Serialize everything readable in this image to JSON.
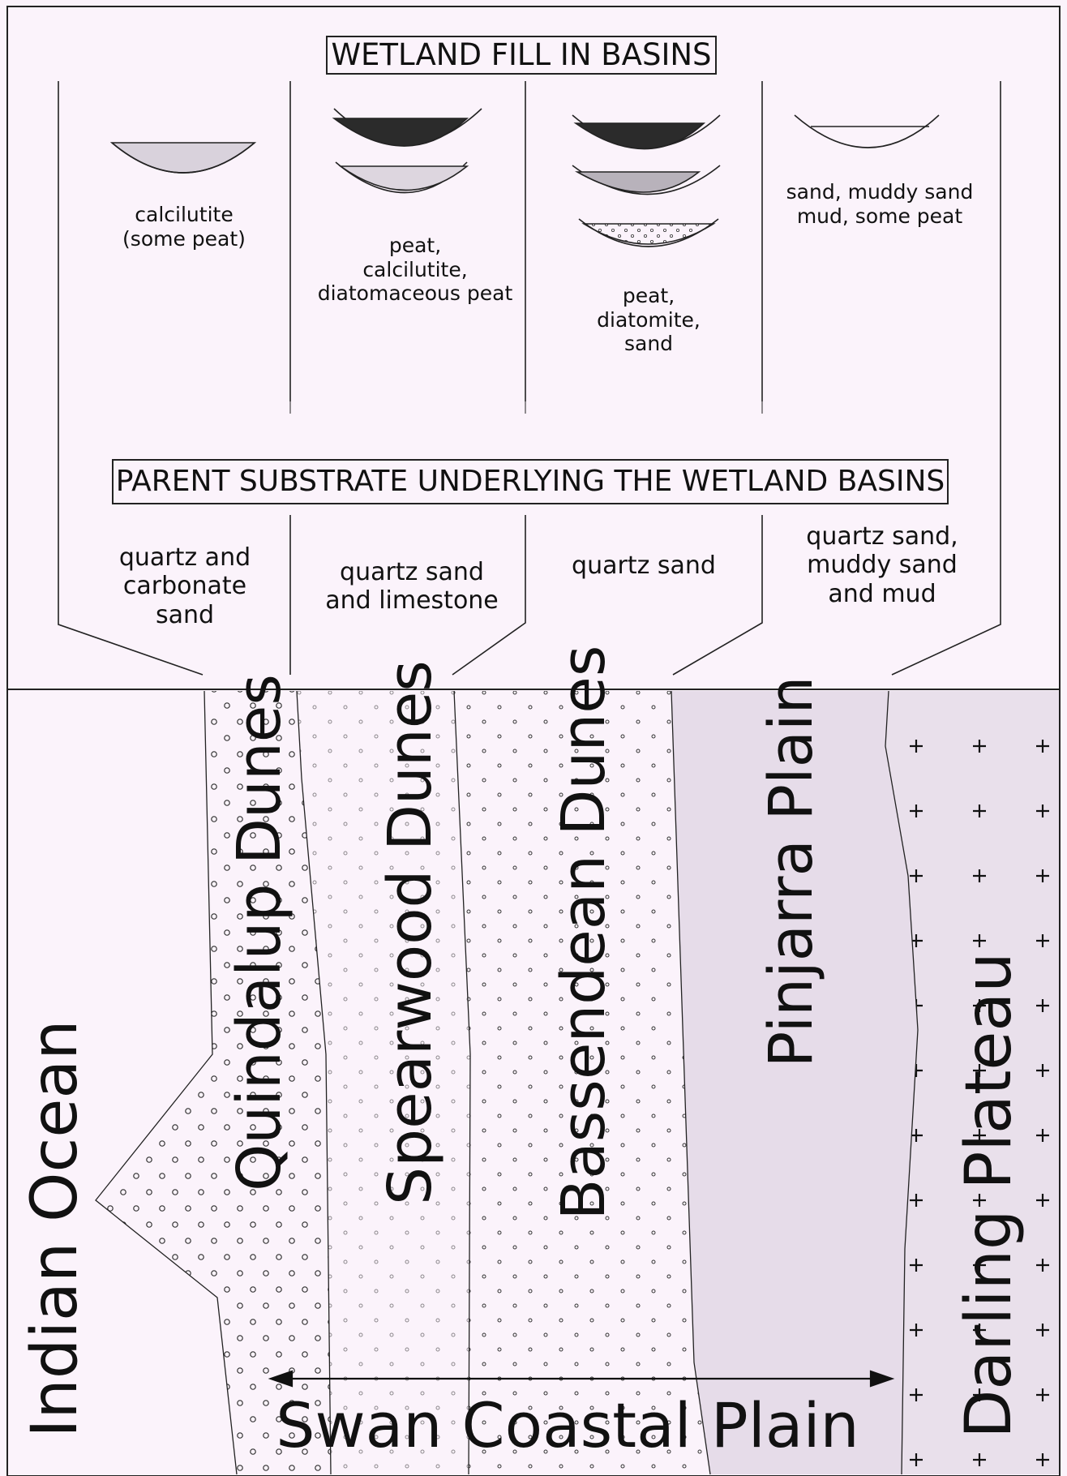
{
  "top_section": {
    "title": "WETLAND FILL IN  BASINS",
    "basins": [
      {
        "label": "calcilutite\n(some peat)"
      },
      {
        "label": "peat,\ncalcilutite,\ndiatomaceous peat"
      },
      {
        "label": "peat,\ndiatomite,\nsand"
      },
      {
        "label": "sand, muddy sand\nmud, some peat"
      }
    ]
  },
  "substrate_section": {
    "title": "PARENT SUBSTRATE UNDERLYING THE WETLAND BASINS",
    "columns": [
      {
        "label": "quartz and\ncarbonate\nsand"
      },
      {
        "label": "quartz sand\nand limestone"
      },
      {
        "label": "quartz sand"
      },
      {
        "label": "quartz sand,\nmuddy sand\nand mud"
      }
    ]
  },
  "map": {
    "zones": {
      "ocean": "Indian Ocean",
      "quindalup": "Quindalup Dunes",
      "spearwood": "Spearwood Dunes",
      "bassendean": "Bassendean Dunes",
      "pinjarra": "Pinjarra Plain",
      "darling": "Darling Plateau"
    },
    "coastal_plain": "Swan Coastal Plain"
  },
  "colors": {
    "background": "#fbf3fb",
    "pinjarra_fill": "#e6dce9",
    "darling_fill": "#e9e0eb",
    "line": "#222222",
    "peat": "#2b2b2b",
    "calcilutite": "#d9d2dc",
    "diatomite": "#b8b2bb"
  }
}
